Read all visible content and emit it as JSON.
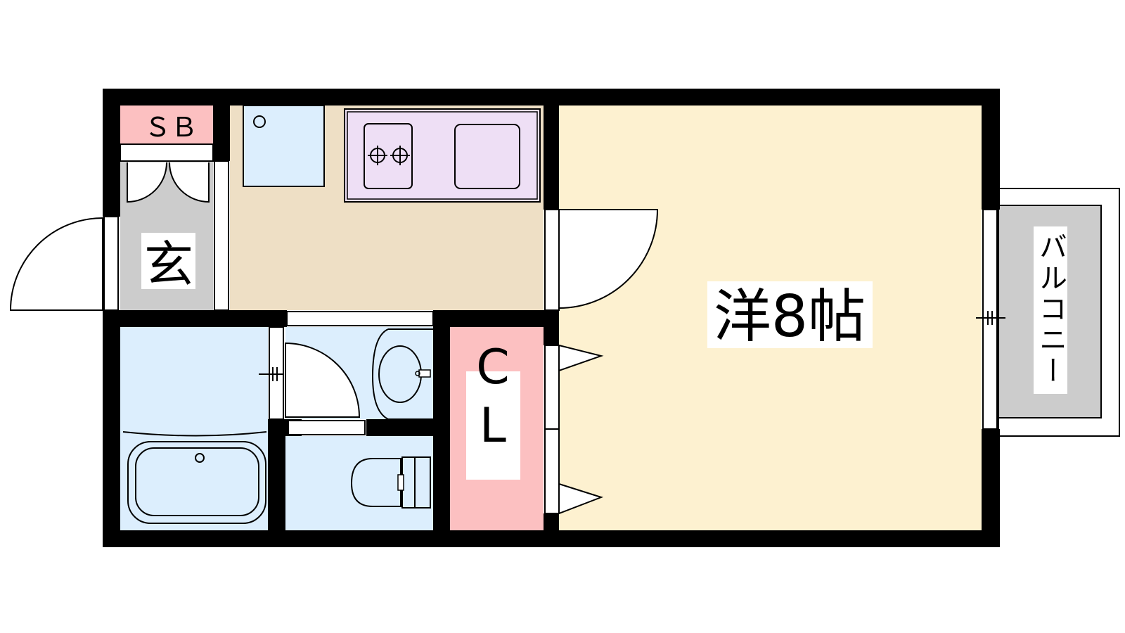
{
  "floorplan": {
    "rooms": {
      "shoe_box": "ＳＢ",
      "entrance": "玄",
      "western_room": "洋8帖",
      "closet": "CL",
      "balcony": "バルコニー"
    },
    "colors": {
      "wall": "#000000",
      "kitchen_floor": "#eedfc5",
      "western_room_floor": "#fdf1d0",
      "wet_area": "#dceefd",
      "kitchen_counter": "#eedff5",
      "closet": "#fcc0c1",
      "shoe_box": "#fcc0c1",
      "entrance_floor": "#cccccc",
      "balcony_floor": "#cccccc"
    }
  }
}
